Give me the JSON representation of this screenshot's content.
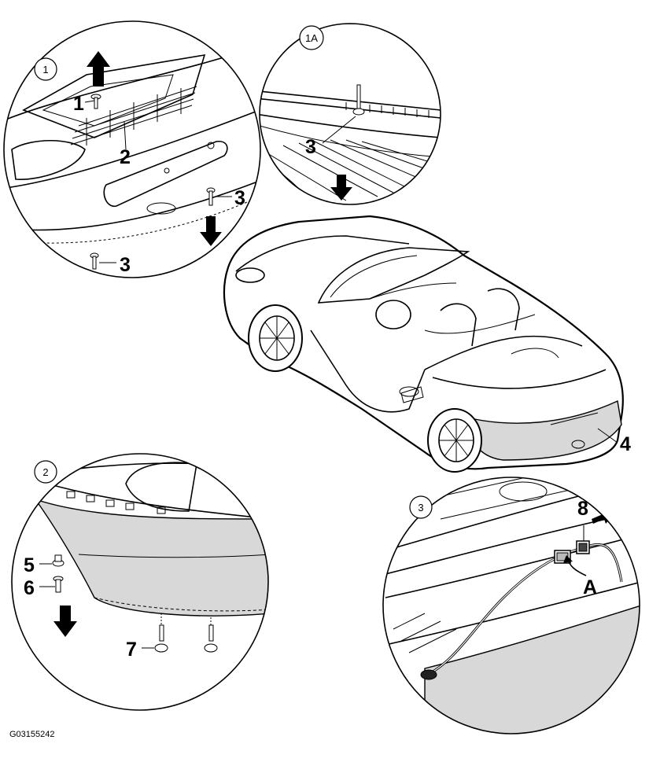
{
  "detail_views": {
    "view_1": {
      "tag": "1",
      "callouts": [
        "1",
        "2",
        "3",
        "3"
      ]
    },
    "view_1a": {
      "tag": "1A",
      "callouts": [
        "3"
      ]
    },
    "view_2": {
      "tag": "2",
      "callouts": [
        "5",
        "6",
        "7"
      ]
    },
    "view_3": {
      "tag": "3",
      "callouts": [
        "8",
        "A"
      ]
    }
  },
  "main_view": {
    "callouts": [
      "4"
    ]
  },
  "figure_code": "G03155242"
}
